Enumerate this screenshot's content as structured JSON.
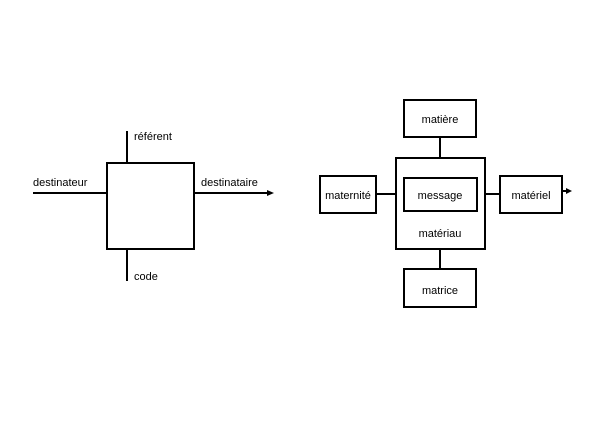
{
  "left_diagram": {
    "referent": "référent",
    "destinateur": "destinateur",
    "destinataire": "destinataire",
    "code": "code"
  },
  "right_diagram": {
    "matiere": "matière",
    "maternite": "maternité",
    "message": "message",
    "materiel": "matériel",
    "materiau": "matériau",
    "matrice": "matrice"
  },
  "colors": {
    "stroke": "#000000",
    "background": "#ffffff"
  }
}
